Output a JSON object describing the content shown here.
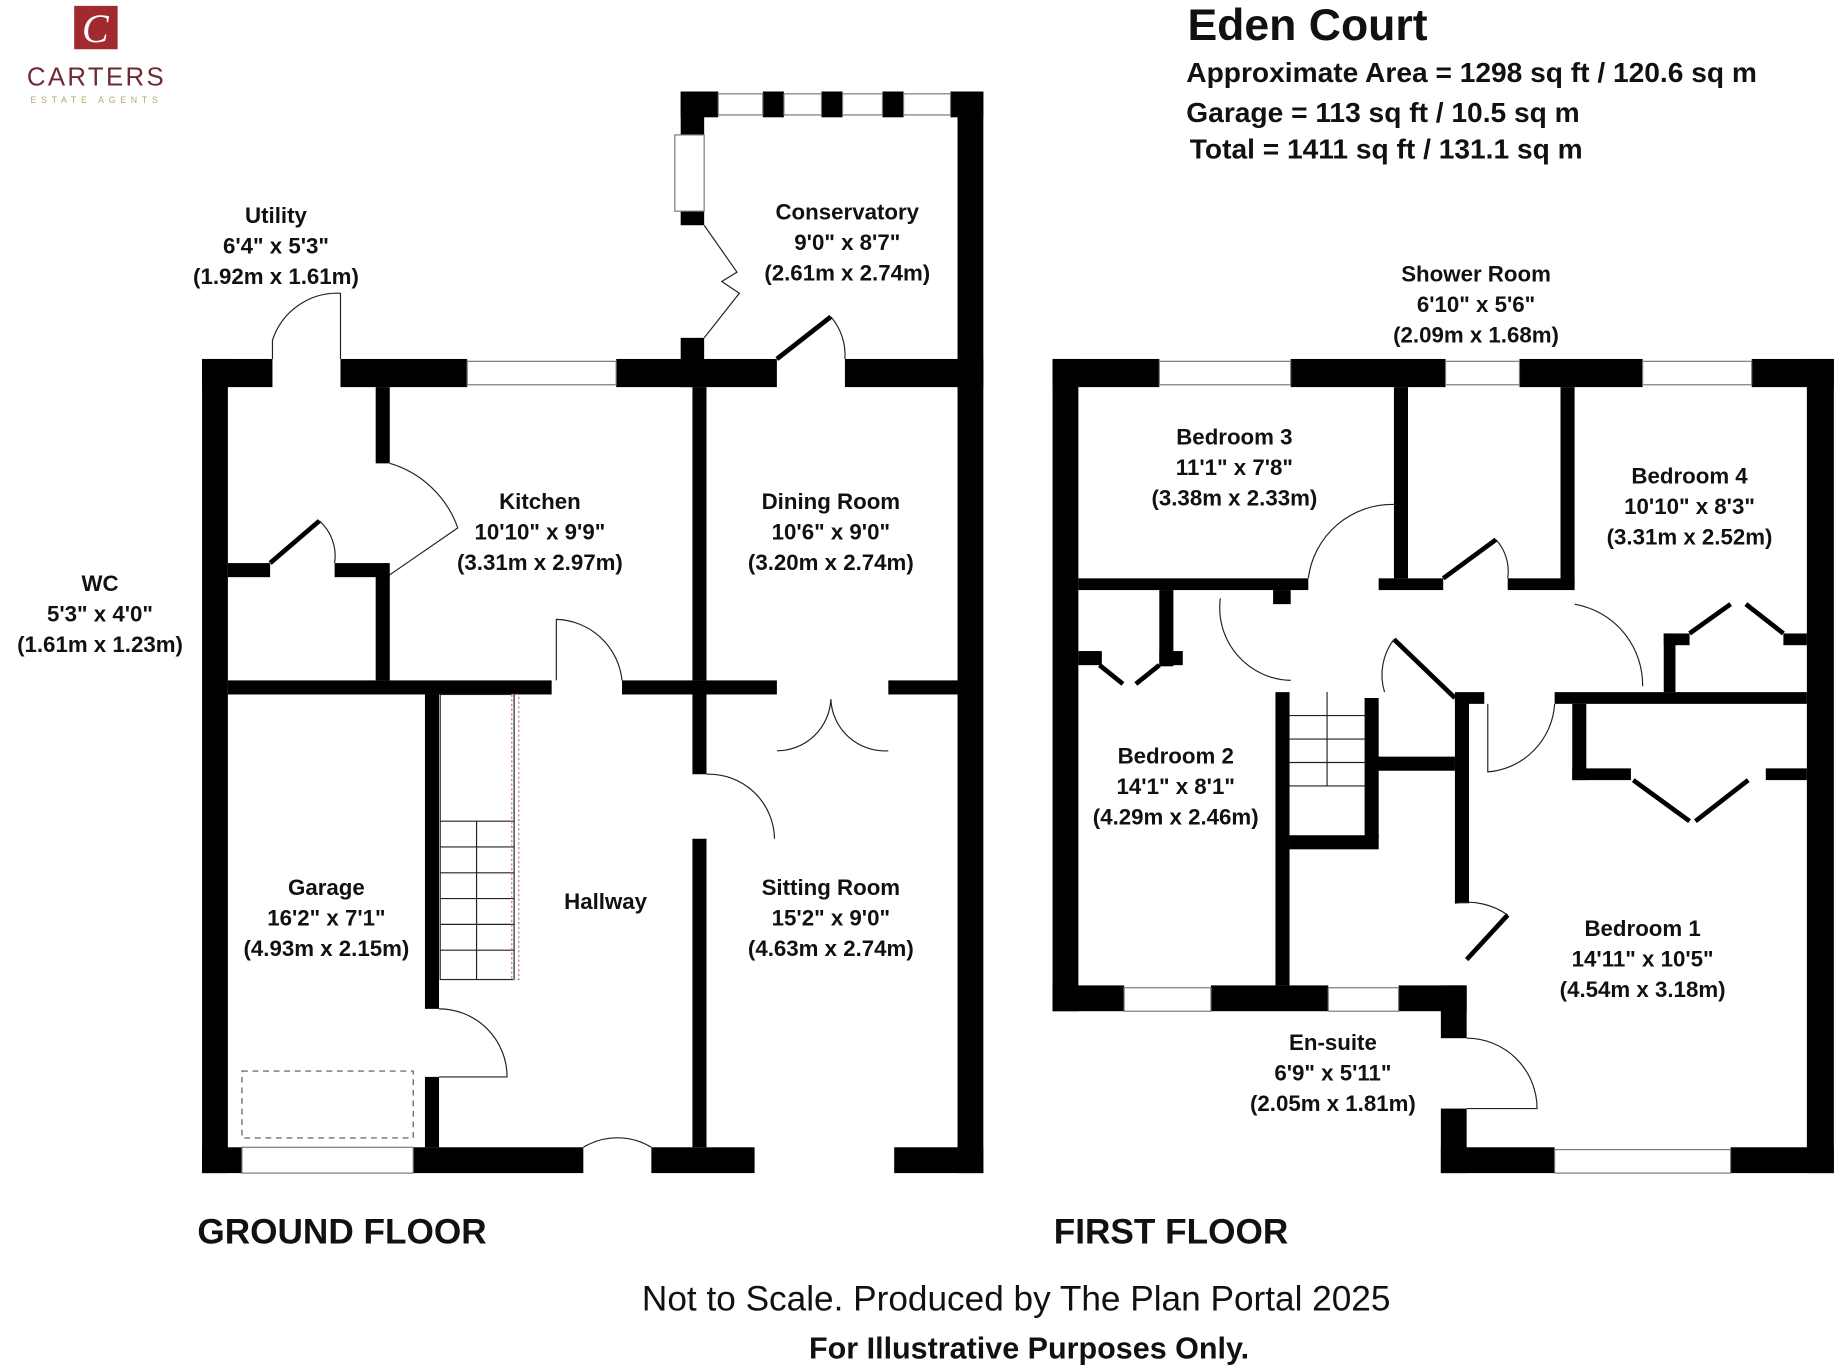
{
  "logo": {
    "initial": "C",
    "name": "CARTERS",
    "tagline": "ESTATE AGENTS",
    "colors": {
      "box": "#a02a30",
      "name": "#6e2a32",
      "tagline": "#b9a46c"
    }
  },
  "header": {
    "title": "Eden Court",
    "area": "Approximate Area = 1298 sq ft / 120.6 sq m",
    "garage": "Garage = 113 sq ft / 10.5 sq m",
    "total": "Total = 1411 sq ft / 131.1 sq m"
  },
  "ground_floor": {
    "label": "GROUND FLOOR",
    "rooms": [
      {
        "name": "Utility",
        "imperial": "6'4\" x 5'3\"",
        "metric": "(1.92m x 1.61m)"
      },
      {
        "name": "Conservatory",
        "imperial": "9'0\" x 8'7\"",
        "metric": "(2.61m x 2.74m)"
      },
      {
        "name": "Kitchen",
        "imperial": "10'10\" x 9'9\"",
        "metric": "(3.31m x 2.97m)"
      },
      {
        "name": "Dining Room",
        "imperial": "10'6\" x 9'0\"",
        "metric": "(3.20m x 2.74m)"
      },
      {
        "name": "WC",
        "imperial": "5'3\" x 4'0\"",
        "metric": "(1.61m x 1.23m)"
      },
      {
        "name": "Garage",
        "imperial": "16'2\" x 7'1\"",
        "metric": "(4.93m x 2.15m)"
      },
      {
        "name": "Hallway"
      },
      {
        "name": "Sitting Room",
        "imperial": "15'2\" x 9'0\"",
        "metric": "(4.63m x 2.74m)"
      }
    ]
  },
  "first_floor": {
    "label": "FIRST FLOOR",
    "rooms": [
      {
        "name": "Shower Room",
        "imperial": "6'10\" x 5'6\"",
        "metric": "(2.09m x 1.68m)"
      },
      {
        "name": "Bedroom 3",
        "imperial": "11'1\" x 7'8\"",
        "metric": "(3.38m x 2.33m)"
      },
      {
        "name": "Bedroom 4",
        "imperial": "10'10\" x 8'3\"",
        "metric": "(3.31m x 2.52m)"
      },
      {
        "name": "Bedroom 2",
        "imperial": "14'1\" x 8'1\"",
        "metric": "(4.29m x 2.46m)"
      },
      {
        "name": "Bedroom 1",
        "imperial": "14'11\" x 10'5\"",
        "metric": "(4.54m x 3.18m)"
      },
      {
        "name": "En-suite",
        "imperial": "6'9\" x 5'11\"",
        "metric": "(2.05m x 1.81m)"
      }
    ]
  },
  "footer": {
    "scale_note": "Not to Scale. Produced by The Plan Portal 2025",
    "disclaimer": "For Illustrative Purposes Only."
  }
}
